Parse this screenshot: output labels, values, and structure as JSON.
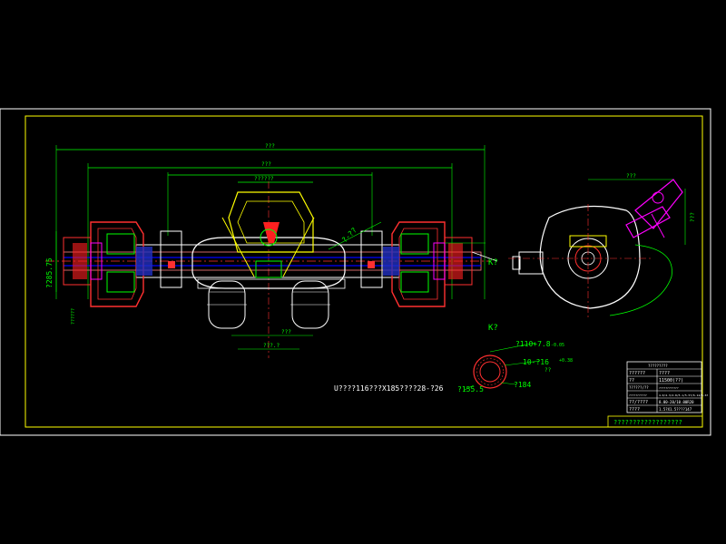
{
  "drawing": {
    "overall_dim": "???",
    "inner_dim_1": "???",
    "inner_dim_2": "??????",
    "hub_dim_left": "?285.75",
    "hub_dim_sub": "??????",
    "bottom_dim_1": "???.?",
    "bottom_dim_2": "???",
    "spring_note": "U????116???X185????28-?26",
    "diag_label": "?-??",
    "view_label_k": "K?",
    "detail_title": "K?",
    "detail_dim_a": "?110+7.8",
    "detail_dim_a_sup": "-0.05",
    "detail_dim_b": "10-?16",
    "detail_dim_b_sup": "+0.38",
    "detail_dim_b_sub": "??",
    "detail_dim_c": "?155.5",
    "detail_dim_d": "?184",
    "side_dim_top": "???",
    "side_dim_right": "???"
  },
  "title_block": {
    "header": "?????????",
    "rows": [
      {
        "label": "??????",
        "value": "????"
      },
      {
        "label": "??",
        "value": "11500(??)"
      },
      {
        "label": "??????/??",
        "value": "????????????"
      },
      {
        "label": "???????????",
        "value": "4.0/4.3/4.8/5.1/5.57/6.14/6.67"
      },
      {
        "label": "??/????",
        "value": "8.00-20/10.00R20"
      },
      {
        "label": "????",
        "value": "1.5?X1.5????147"
      }
    ],
    "footer": "??????????????????"
  }
}
